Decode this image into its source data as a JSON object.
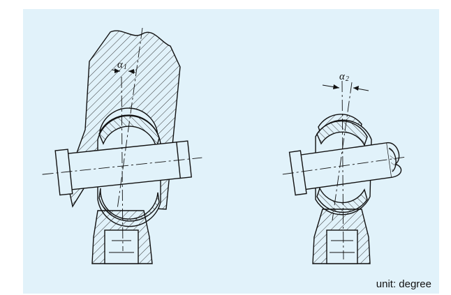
{
  "figure": {
    "left_angle": {
      "symbol": "α",
      "subscript": "1"
    },
    "right_angle": {
      "symbol": "α",
      "subscript": "2"
    },
    "unit_label": "unit: degree"
  }
}
